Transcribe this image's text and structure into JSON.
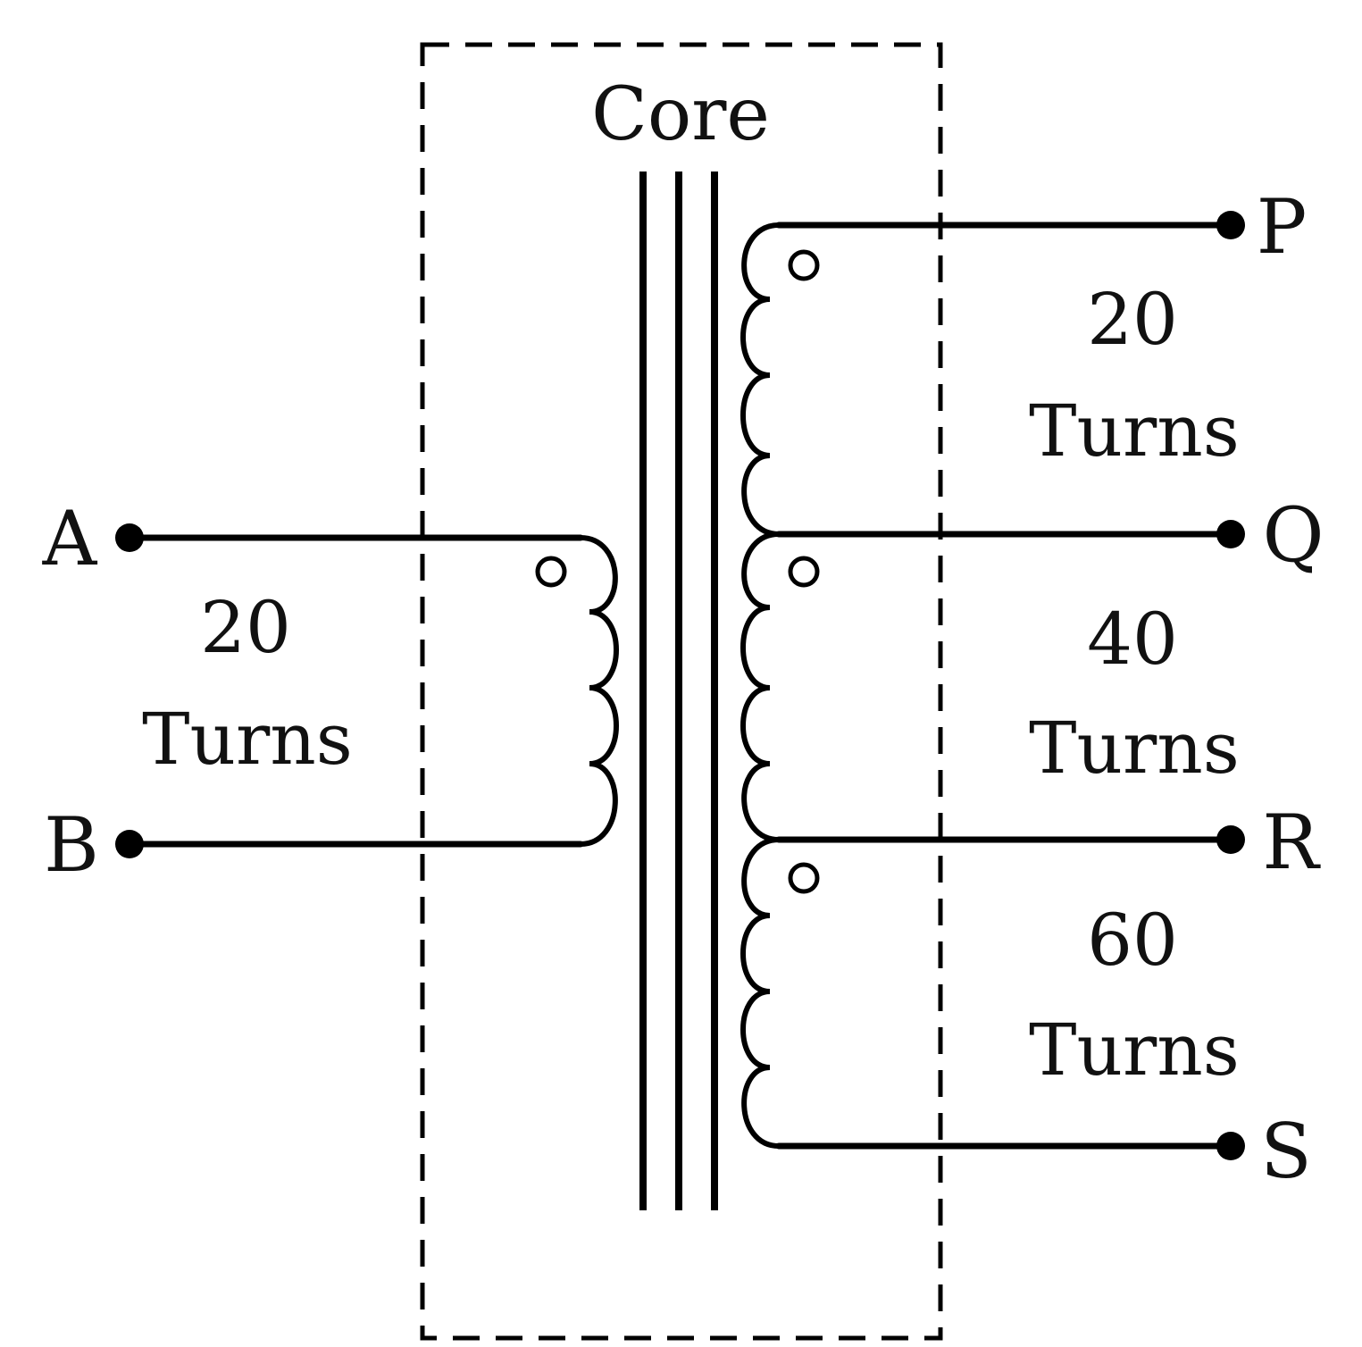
{
  "core_label": "Core",
  "primary": {
    "terminal_top": "A",
    "terminal_bottom": "B",
    "turns_count": "20",
    "turns_word": "Turns"
  },
  "secondary": {
    "terminals": [
      "P",
      "Q",
      "R",
      "S"
    ],
    "sections": [
      {
        "count": "20",
        "word": "Turns"
      },
      {
        "count": "40",
        "word": "Turns"
      },
      {
        "count": "60",
        "word": "Turns"
      }
    ]
  },
  "colors": {
    "ink": "#000000",
    "background": "#ffffff"
  }
}
